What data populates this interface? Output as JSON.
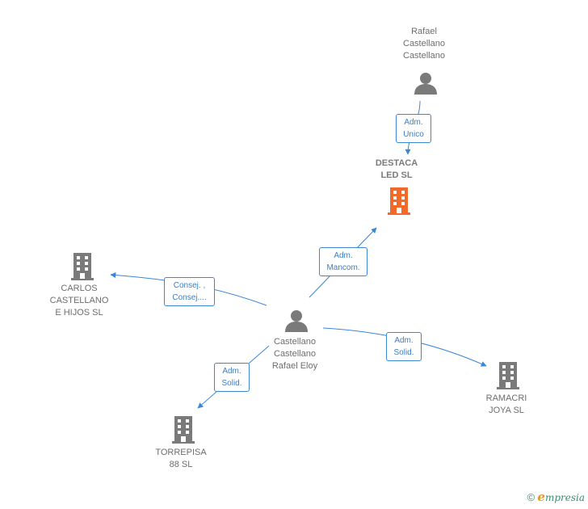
{
  "nodes": {
    "rafael": {
      "lines": [
        "Rafael",
        "Castellano",
        "Castellano"
      ]
    },
    "destaca": {
      "lines": [
        "DESTACA",
        "LED  SL"
      ]
    },
    "carlos": {
      "lines": [
        "CARLOS",
        "CASTELLANO",
        "E HIJOS  SL"
      ]
    },
    "eloy": {
      "lines": [
        "Castellano",
        "Castellano",
        "Rafael Eloy"
      ]
    },
    "torrepisa": {
      "lines": [
        "TORREPISA",
        "88  SL"
      ]
    },
    "ramacri": {
      "lines": [
        "RAMACRI",
        "JOYA SL"
      ]
    }
  },
  "edges": {
    "adm_unico": [
      "Adm.",
      "Unico"
    ],
    "adm_mancom": [
      "Adm.",
      "Mancom."
    ],
    "consej": [
      "Consej. ,",
      "Consej...."
    ],
    "adm_solid_left": [
      "Adm.",
      "Solid."
    ],
    "adm_solid_right": [
      "Adm.",
      "Solid."
    ]
  },
  "footer": {
    "copyright": "©",
    "brand_initial": "e",
    "brand_rest": "mpresia"
  },
  "colors": {
    "edge": "#3a87d6",
    "company": "#7a7a7a",
    "company_highlight": "#f26a2b",
    "person": "#7a7a7a"
  },
  "icons": {
    "person": "person-icon",
    "company": "building-icon"
  }
}
